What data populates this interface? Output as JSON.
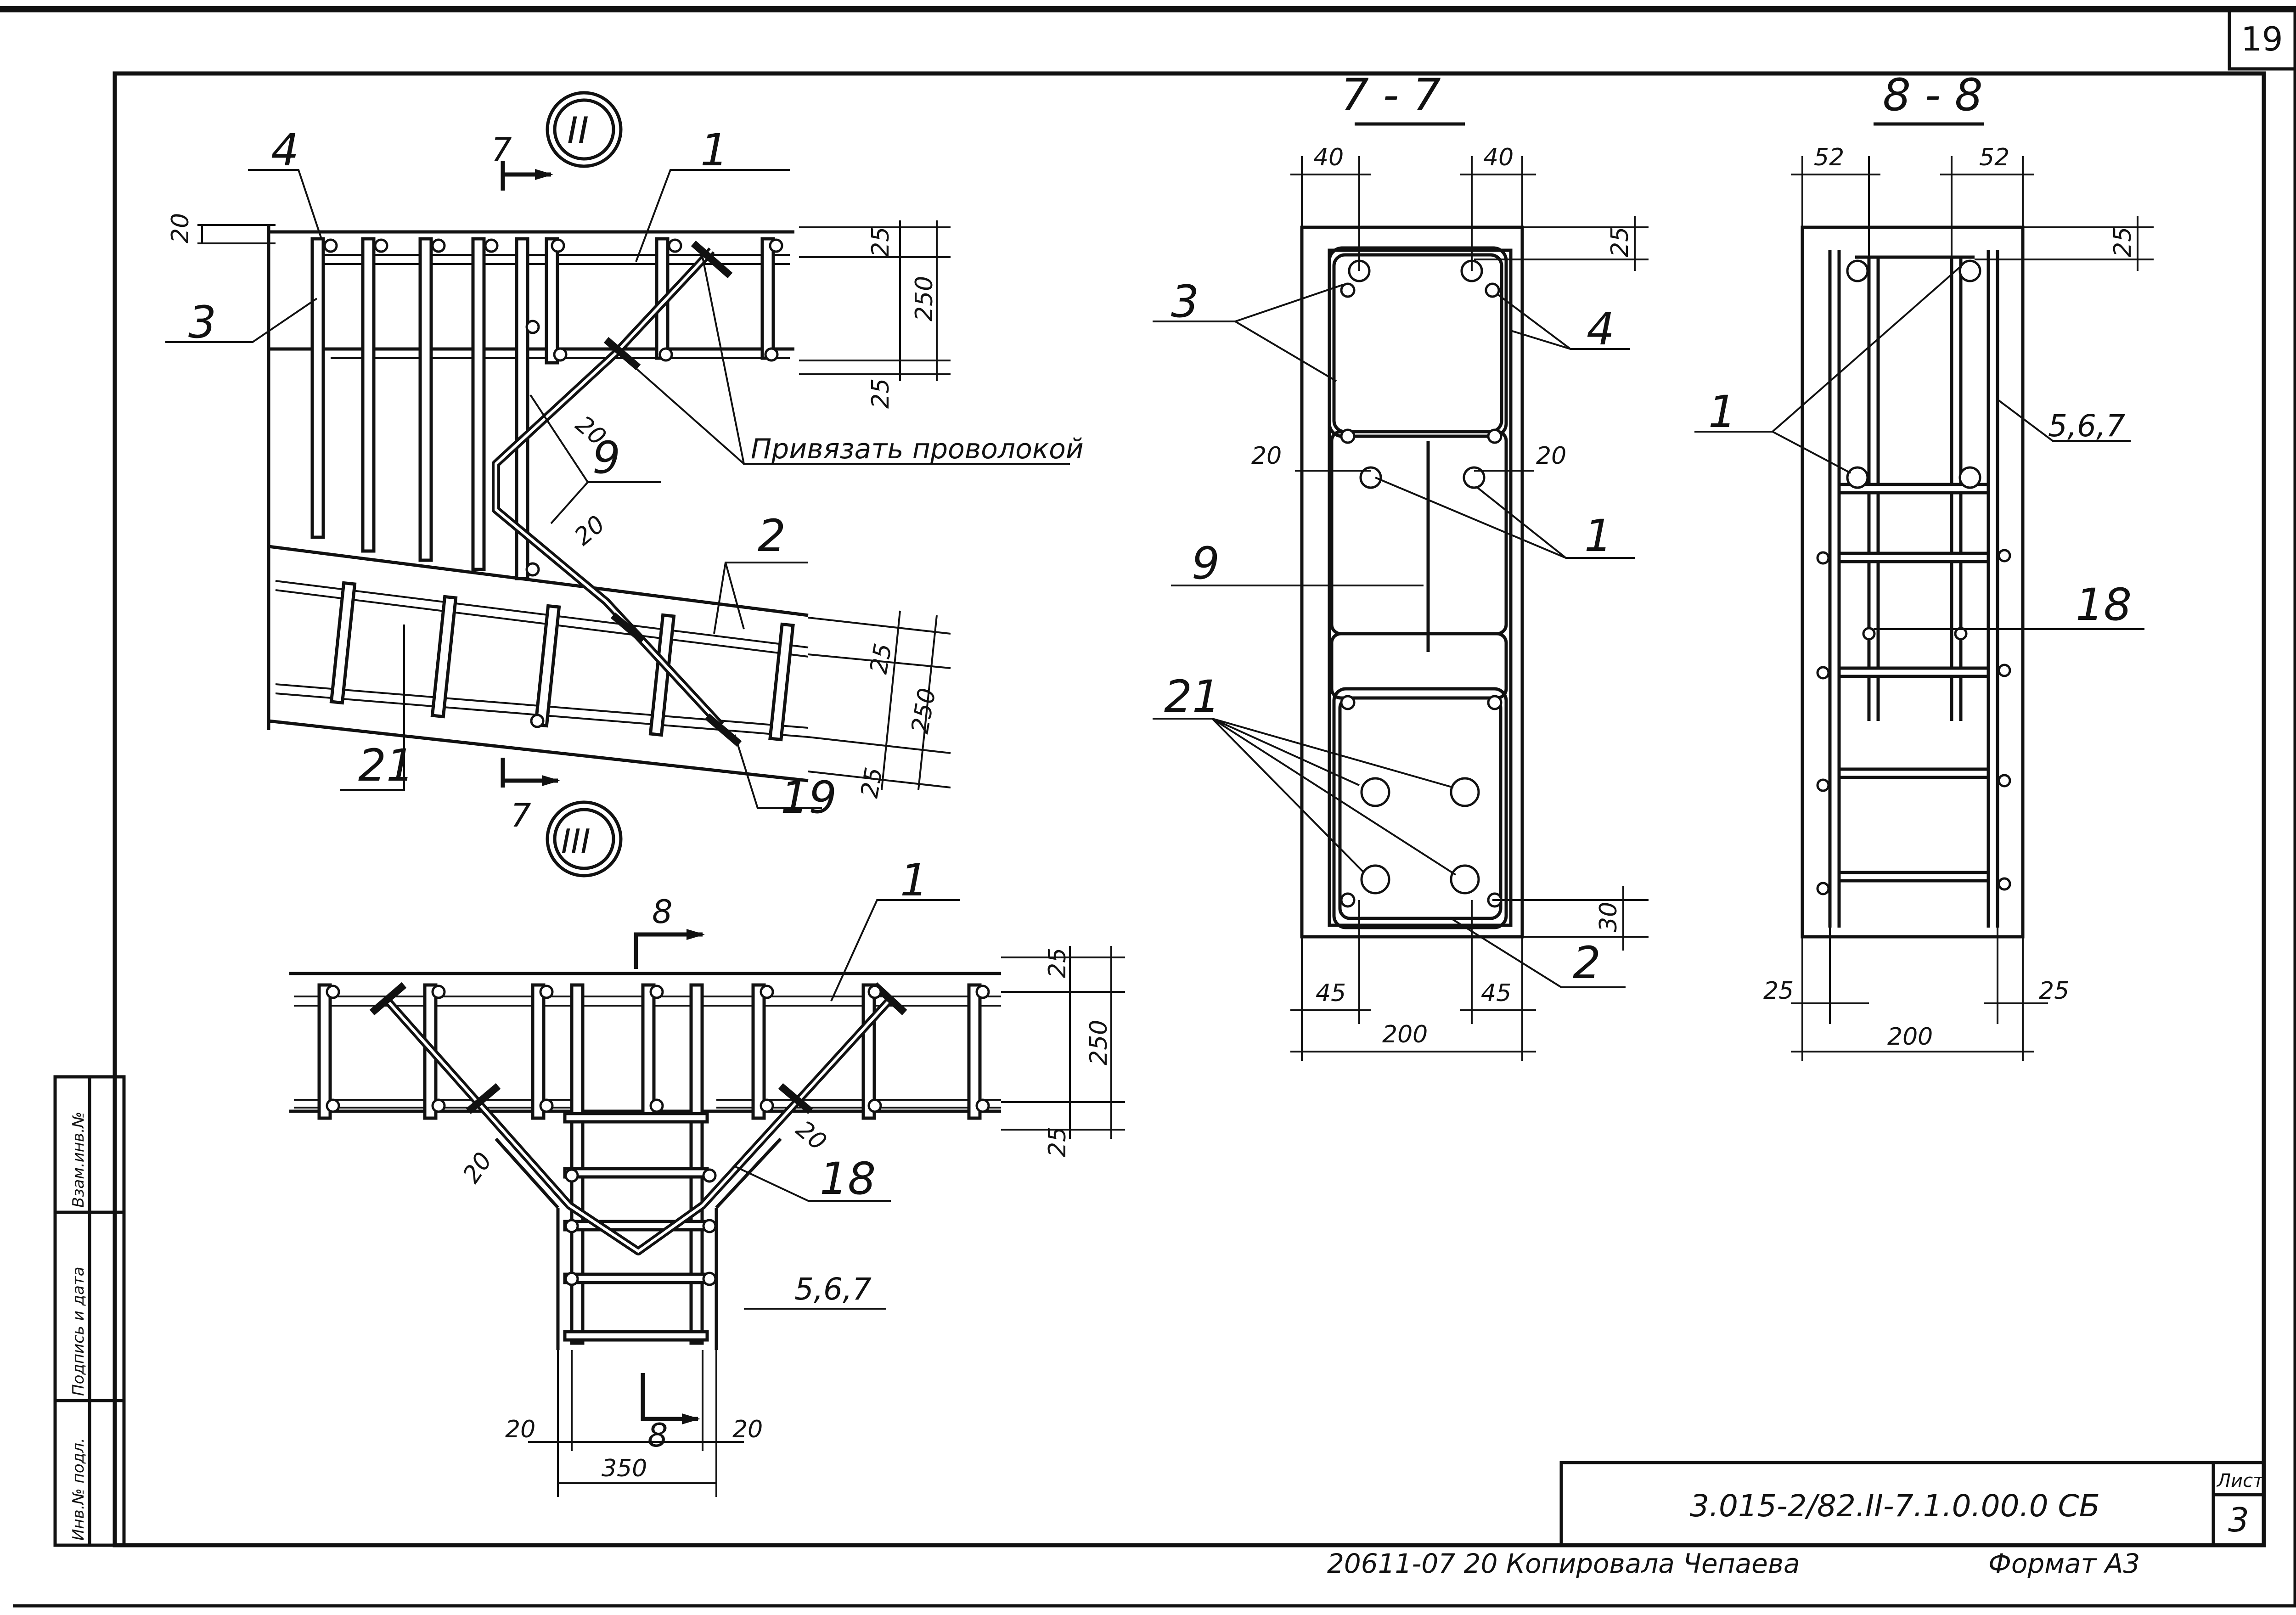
{
  "page_number": "19",
  "sheet_label": "Лист",
  "sheet_number": "3",
  "doc_code": "3.015-2/82.II-7.1.0.00.0 СБ",
  "bottom_note": "20611-07   20  Копировала  Чепаева",
  "format_label": "Формат А3",
  "side_stamp": [
    "Инв.№ подл.",
    "Подпись и дата",
    "Взам.инв.№"
  ],
  "views": {
    "node_ii": {
      "badge": "II",
      "cut_label": "7",
      "marks": [
        "4",
        "1",
        "3",
        "9",
        "2",
        "21",
        "19"
      ],
      "note": "Привязать проволокой",
      "dims": [
        "20",
        "25",
        "250",
        "25",
        "20",
        "20",
        "25",
        "250",
        "25"
      ]
    },
    "node_iii": {
      "badge": "III",
      "cut_label": "8",
      "marks": [
        "1",
        "18",
        "5,6,7"
      ],
      "dims": [
        "25",
        "250",
        "25",
        "20",
        "20",
        "20",
        "20",
        "350"
      ]
    },
    "section_7_7": {
      "title": "7 - 7",
      "marks": [
        "3",
        "4",
        "1",
        "9",
        "21",
        "2"
      ],
      "dims": [
        "40",
        "40",
        "25",
        "20",
        "20",
        "30",
        "45",
        "45",
        "200"
      ]
    },
    "section_8_8": {
      "title": "8 - 8",
      "marks": [
        "1",
        "5,6,7",
        "18"
      ],
      "dims": [
        "52",
        "52",
        "25",
        "25",
        "25",
        "200"
      ]
    }
  }
}
